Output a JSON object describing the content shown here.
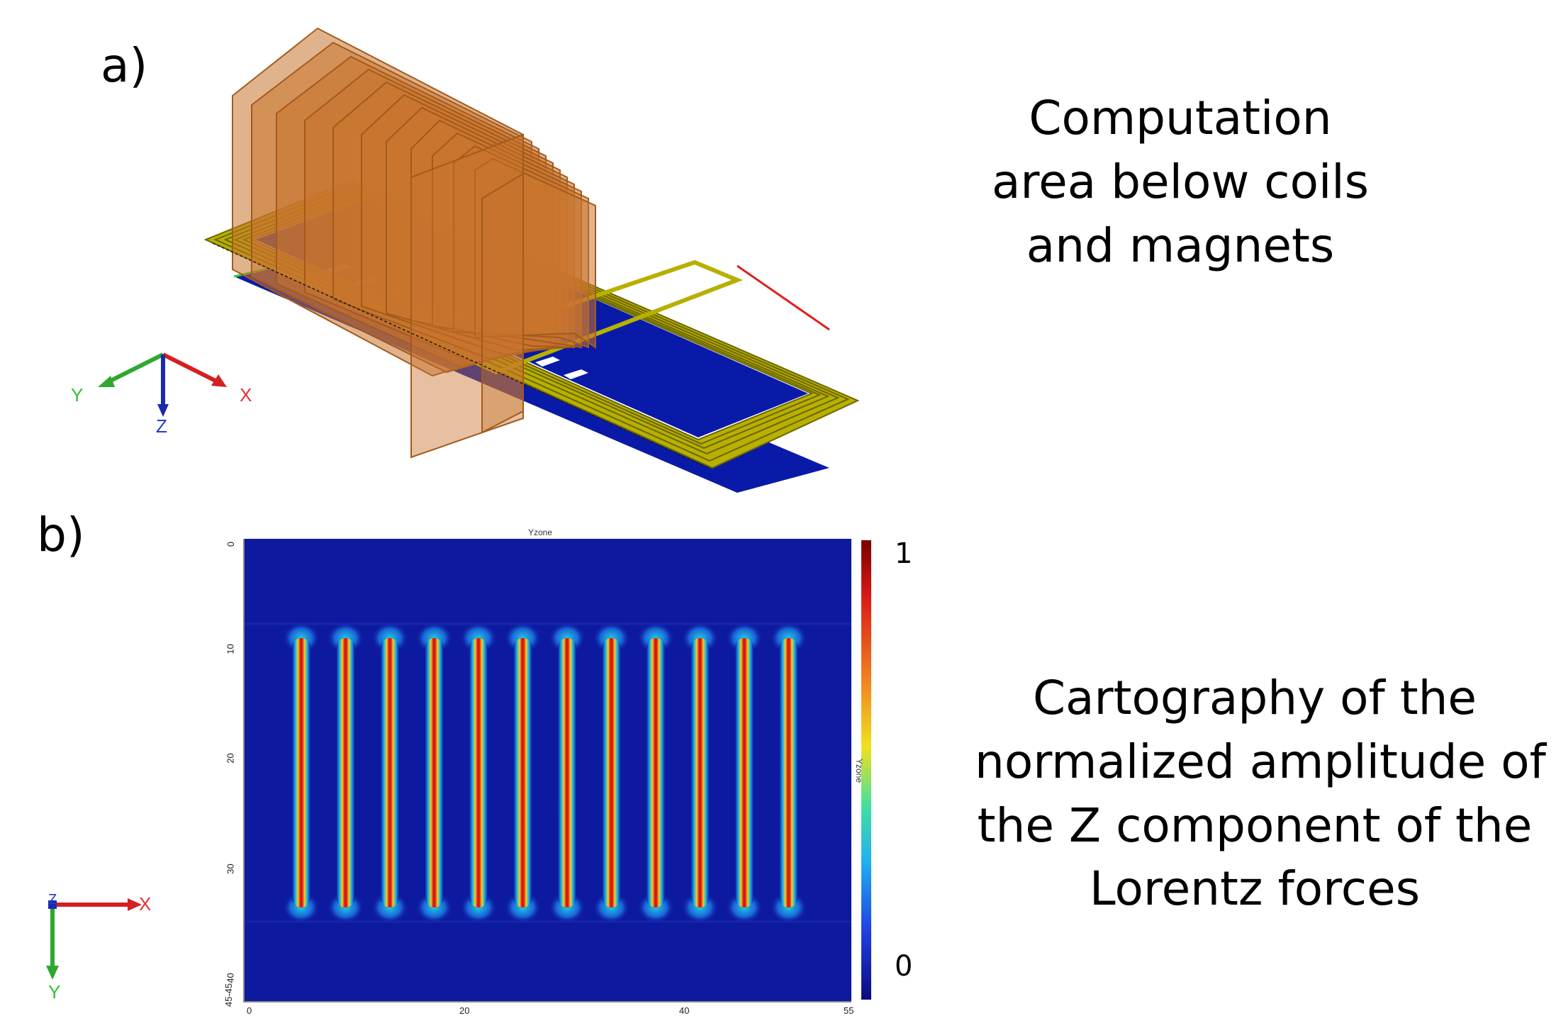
{
  "panel_a": {
    "label": "a)",
    "caption": [
      "Computation",
      "area below coils",
      "and magnets"
    ],
    "triad": {
      "x": "X",
      "y": "Y",
      "z": "Z"
    }
  },
  "panel_b": {
    "label": "b)",
    "caption": [
      "Cartography of the",
      "normalized amplitude of",
      "the Z component of the",
      "Lorentz forces"
    ],
    "triad": {
      "x": "X",
      "y": "Y",
      "z": "Z"
    },
    "plot_title": "Yzone",
    "colorbar_side_label": "Yzone",
    "colorbar_max": "1",
    "colorbar_min": "0",
    "x_ticks": [
      "0",
      "20",
      "40",
      "55"
    ],
    "y_ticks": [
      "0",
      "10",
      "20",
      "30",
      "40",
      "45-45"
    ]
  },
  "colors": {
    "coil": "#b8b000",
    "magnet": "#c8742e",
    "base": "#0a1aa8",
    "field_low": "#0d1aa0",
    "field_high": "#c8141a"
  },
  "stripe_count": 12
}
